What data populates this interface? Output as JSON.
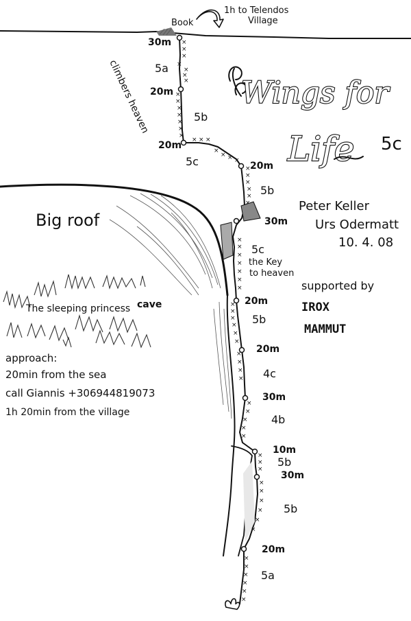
{
  "title": {
    "line1": "Wings for",
    "line2": "Life",
    "grade": "5c"
  },
  "authors": {
    "name1": "Peter Keller",
    "name2": "Urs Odermatt",
    "date": "10. 4. 08"
  },
  "sponsors": {
    "label": "supported by",
    "sponsor1": "IROX",
    "sponsor2": "MAMMUT"
  },
  "top": {
    "book": "Book",
    "arrow_text_line1": "1h to Telendos",
    "arrow_text_line2": "Village"
  },
  "features": {
    "climbers_heaven": "climbers heaven",
    "big_roof": "Big roof",
    "key_to_heaven_line1": "the Key",
    "key_to_heaven_line2": "to heaven",
    "cave_text": "The sleeping princess",
    "cave_word": "cave"
  },
  "approach": {
    "title": "approach:",
    "line1": "20min from the sea",
    "line2": "call Giannis +306944819073",
    "line3": "1h 20min from the village"
  },
  "pitches": {
    "g1": "5a",
    "g2": "5b",
    "g3": "5c",
    "g4": "5b",
    "g5": "5c",
    "g6": "5b",
    "g7": "4c",
    "g8": "4b",
    "g9": "5b",
    "g10": "5b",
    "g11": "5a"
  },
  "stations": {
    "s1": "30m",
    "s2": "20m",
    "s3": "20m",
    "s4": "20m",
    "s5": "30m",
    "s6": "20m",
    "s7": "20m",
    "s8": "30m",
    "s9": "10m",
    "s10": "30m",
    "s11": "20m"
  }
}
